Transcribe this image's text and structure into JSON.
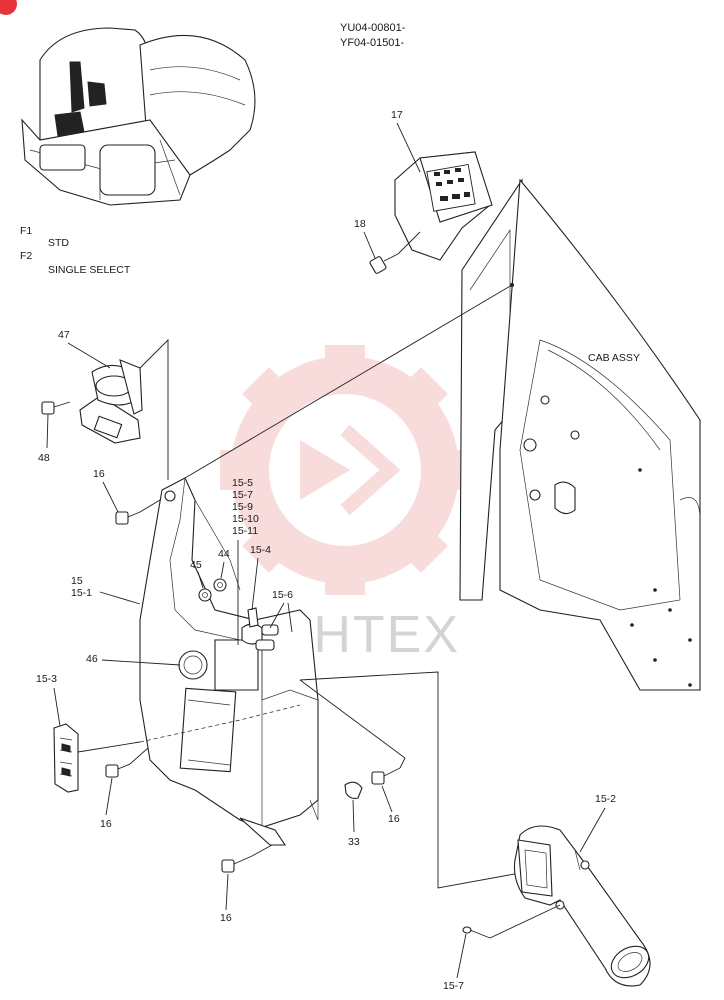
{
  "header": {
    "serial_1": "YU04-00801-",
    "serial_2": "YF04-01501-"
  },
  "legend": {
    "f1_code": "F1",
    "f1_text": "STD",
    "f2_code": "F2",
    "f2_text": "SINGLE SELECT"
  },
  "watermark": "MHTEX",
  "labels": {
    "p17": "17",
    "p18": "18",
    "cab": "CAB ASSY",
    "p47": "47",
    "p48": "48",
    "p16a": "16",
    "p15_5": "15-5",
    "p15_7a": "15-7",
    "p15_9": "15-9",
    "p15_10": "15-10",
    "p15_11": "15-11",
    "p44": "44",
    "p45": "45",
    "p15_4": "15-4",
    "p15_6": "15-6",
    "p15": "15",
    "p15_1": "15-1",
    "p46": "46",
    "p15_3": "15-3",
    "p16b": "16",
    "p33": "33",
    "p16c": "16",
    "p16d": "16",
    "p15_2": "15-2",
    "p15_7b": "15-7"
  },
  "colors": {
    "line": "#222222",
    "watermark_red": "#f3c1c1",
    "watermark_gray": "#d4d4d4",
    "corner_badge": "#e8323c"
  }
}
